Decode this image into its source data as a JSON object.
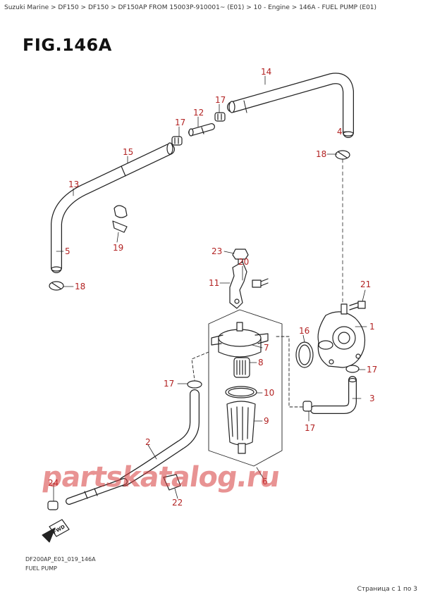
{
  "breadcrumb": "Suzuki Marine > DF150 > DF150 > DF150AP FROM 15003P-910001~ (E01) > 10 - Engine > 146A - FUEL PUMP (E01)",
  "figure_title": "FIG.146A",
  "fwd_label": "FWD",
  "watermark": "partskatalog.ru",
  "footer": {
    "code": "DF200AP_E01_019_146A",
    "caption": "FUEL PUMP"
  },
  "page_info": "Страница с 1 по 3",
  "callouts": [
    {
      "id": "c14",
      "text": "14"
    },
    {
      "id": "c17a",
      "text": "17"
    },
    {
      "id": "c12",
      "text": "12"
    },
    {
      "id": "c17b",
      "text": "17"
    },
    {
      "id": "c15",
      "text": "15"
    },
    {
      "id": "c4",
      "text": "4"
    },
    {
      "id": "c18a",
      "text": "18"
    },
    {
      "id": "c13",
      "text": "13"
    },
    {
      "id": "c5",
      "text": "5"
    },
    {
      "id": "c19",
      "text": "19"
    },
    {
      "id": "c18b",
      "text": "18"
    },
    {
      "id": "c23",
      "text": "23"
    },
    {
      "id": "c20",
      "text": "20"
    },
    {
      "id": "c11",
      "text": "11"
    },
    {
      "id": "c21",
      "text": "21"
    },
    {
      "id": "c1",
      "text": "1"
    },
    {
      "id": "c16",
      "text": "16"
    },
    {
      "id": "c7",
      "text": "7"
    },
    {
      "id": "c8",
      "text": "8"
    },
    {
      "id": "c17c",
      "text": "17"
    },
    {
      "id": "c17d",
      "text": "17"
    },
    {
      "id": "c10",
      "text": "10"
    },
    {
      "id": "c3",
      "text": "3"
    },
    {
      "id": "c9",
      "text": "9"
    },
    {
      "id": "c17e",
      "text": "17"
    },
    {
      "id": "c2",
      "text": "2"
    },
    {
      "id": "c6",
      "text": "6"
    },
    {
      "id": "c24",
      "text": "24"
    },
    {
      "id": "c22",
      "text": "22"
    }
  ]
}
